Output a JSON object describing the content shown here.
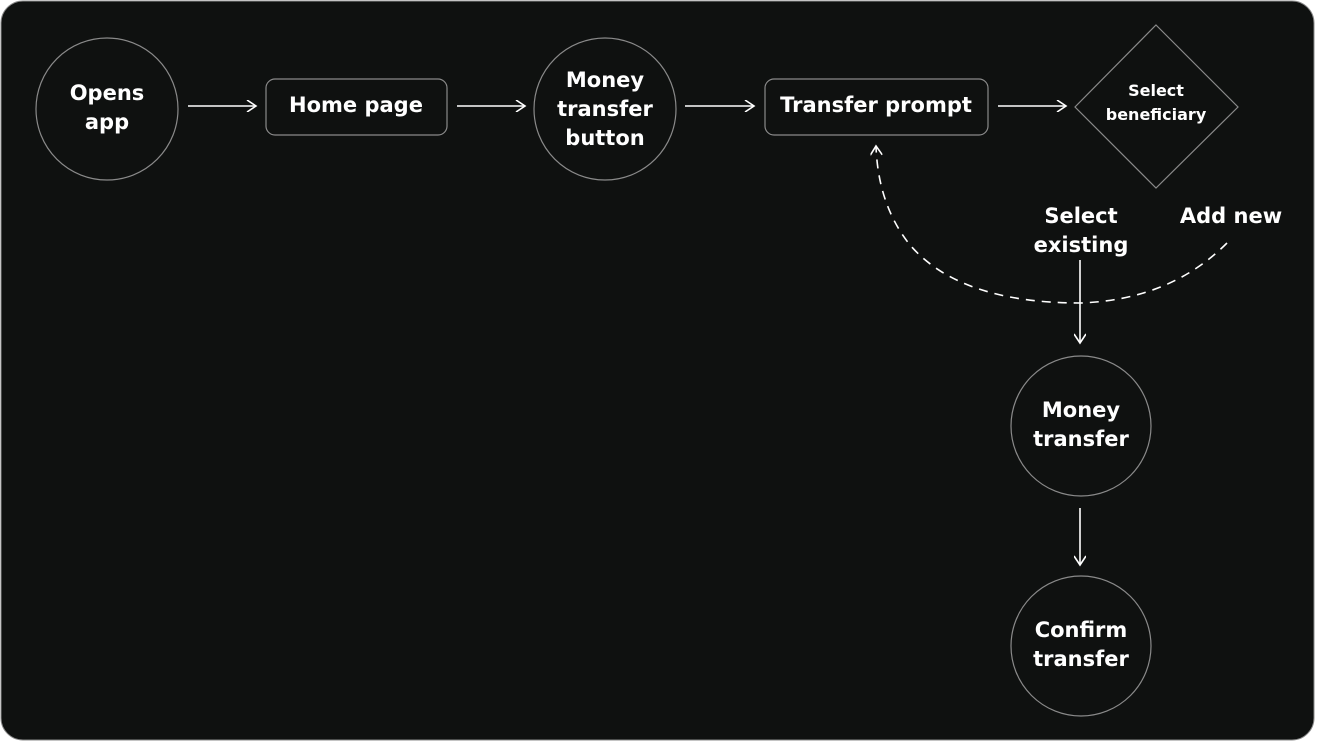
{
  "nodes": {
    "opens_app": [
      "Opens",
      "app"
    ],
    "home_page": "Home page",
    "money_transfer_button": [
      "Money",
      "transfer",
      "button"
    ],
    "transfer_prompt": "Transfer prompt",
    "select_beneficiary": [
      "Select",
      "beneficiary"
    ],
    "money_transfer": [
      "Money",
      "transfer"
    ],
    "confirm_transfer": [
      "Confirm",
      "transfer"
    ]
  },
  "edge_labels": {
    "select_existing": [
      "Select",
      "existing"
    ],
    "add_new": "Add new"
  },
  "colors": {
    "background": "#0f1110",
    "border": "#8a8a8a",
    "foreground": "#ffffff"
  }
}
